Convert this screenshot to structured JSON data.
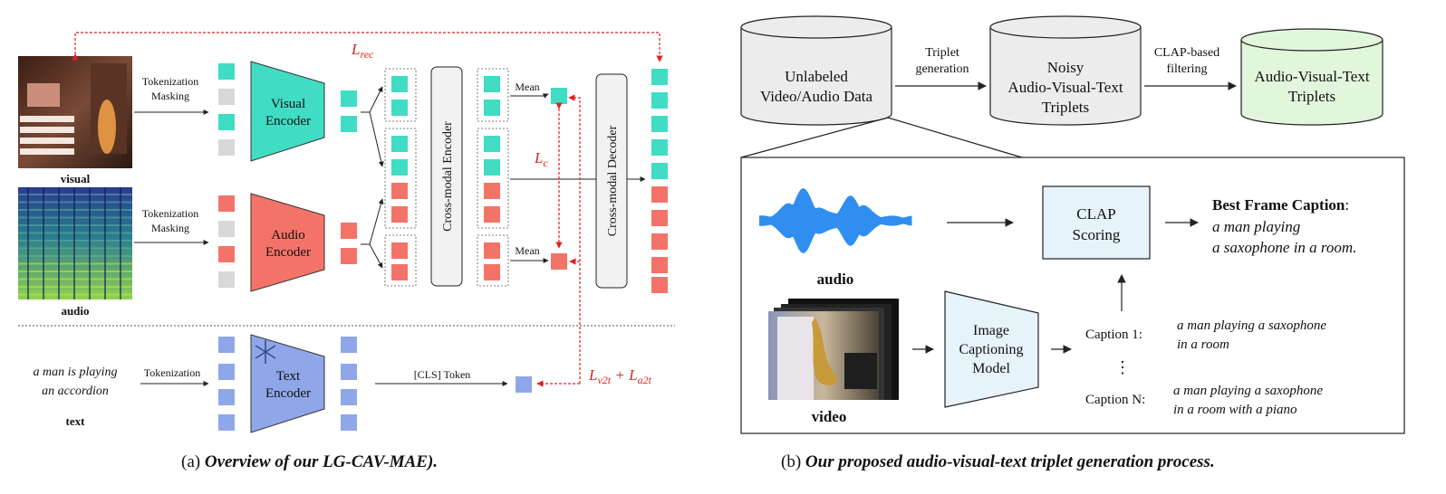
{
  "colors": {
    "visual": "#40dcc4",
    "audio": "#f47368",
    "text": "#8fa7e8",
    "masked": "#d8d8d8",
    "loss": "#e02020",
    "clap": "#e6f3fb",
    "triplets_final": "#e2f6dc",
    "cylinder": "#ececec"
  },
  "left": {
    "caption_prefix": "(a) ",
    "caption_bold": "Overview of our LG-CAV-MAE).",
    "labels": {
      "visual": "visual",
      "audio": "audio",
      "text": "text",
      "tok_mask_1a": "Tokenization",
      "tok_mask_1b": "Masking",
      "tok_mask_2a": "Tokenization",
      "tok_mask_2b": "Masking",
      "tokenization": "Tokenization",
      "text_input_1": "a man is playing",
      "text_input_2": "an accordion",
      "visual_encoder_1": "Visual",
      "visual_encoder_2": "Encoder",
      "audio_encoder_1": "Audio",
      "audio_encoder_2": "Encoder",
      "text_encoder_1": "Text",
      "text_encoder_2": "Encoder",
      "cross_encoder": "Cross-modal Encoder",
      "cross_decoder": "Cross-modal Decoder",
      "mean_1": "Mean",
      "mean_2": "Mean",
      "cls_token": "[CLS] Token",
      "frozen_icon": "snowflake-icon"
    },
    "losses": {
      "rec_base": "L",
      "rec_sub": "rec",
      "c_base": "L",
      "c_sub": "c",
      "v2t_base": "L",
      "v2t_sub": "v2t",
      "plus": " + ",
      "a2t_base": "L",
      "a2t_sub": "a2t"
    }
  },
  "right": {
    "caption_prefix": "(b) ",
    "caption_bold": "Our proposed audio-visual-text triplet generation process.",
    "cyl1_a": "Unlabeled",
    "cyl1_b": "Video/Audio Data",
    "arrow1_a": "Triplet",
    "arrow1_b": "generation",
    "cyl2_a": "Noisy",
    "cyl2_b": "Audio-Visual-Text",
    "cyl2_c": "Triplets",
    "arrow2_a": "CLAP-based",
    "arrow2_b": "filtering",
    "cyl3_a": "Audio-Visual-Text",
    "cyl3_b": "Triplets",
    "audio_label": "audio",
    "video_label": "video",
    "clap_a": "CLAP",
    "clap_b": "Scoring",
    "best_title": "Best Frame Caption",
    "best_colon": ":",
    "best_1": "a man playing",
    "best_2": "a saxophone in a room.",
    "img_cap_a": "Image",
    "img_cap_b": "Captioning",
    "img_cap_c": "Model",
    "caption1_label": "Caption 1:",
    "caption1_a": "a man playing a saxophone",
    "caption1_b": "in a room",
    "vdots": "⋮",
    "captionN_label": "Caption N:",
    "captionN_a": "a man playing a saxophone",
    "captionN_b": "in a room with a piano"
  }
}
